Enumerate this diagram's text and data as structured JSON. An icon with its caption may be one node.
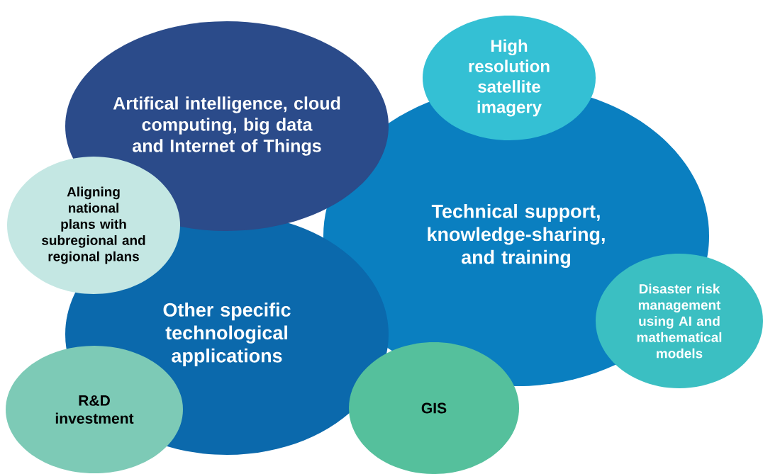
{
  "diagram": {
    "nodes": [
      {
        "text": [
          "Artifical intelligence, cloud computing, big data and Internet of Things"
        ]
      },
      {
        "text": [
          "Technical support, knowledge-sharing, and training"
        ]
      },
      {
        "text": [
          "High resolution satellite imagery"
        ]
      },
      {
        "text": [
          "Aligning national plans with subregional and regional plans"
        ]
      },
      {
        "text": [
          "Other specific technological applications"
        ]
      },
      {
        "text": [
          "Disaster risk management using AI and mathematical models"
        ]
      },
      {
        "text": [
          "R&D investment"
        ]
      },
      {
        "text": [
          "GIS"
        ]
      }
    ]
  }
}
